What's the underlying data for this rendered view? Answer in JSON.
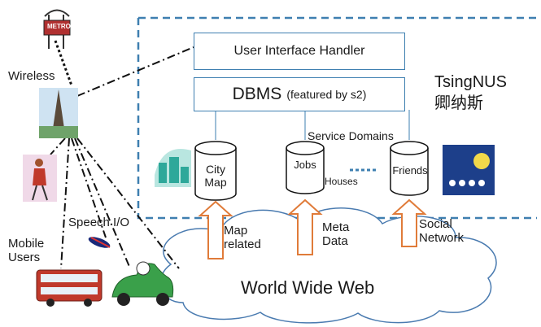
{
  "system": {
    "name": "TsingNUS",
    "name_cn": "卿纳斯"
  },
  "layers": {
    "ui_handler": "User Interface Handler",
    "dbms_main": "DBMS",
    "dbms_note": "(featured by s2)",
    "service_domains": "Service Domains"
  },
  "domains": [
    {
      "label": "City\nMap"
    },
    {
      "label": "Jobs"
    },
    {
      "label": "Friends"
    }
  ],
  "houses_label": "Houses",
  "sources": {
    "web": "World Wide Web",
    "arrow1": "Map\nrelated",
    "arrow2": "Meta\nData",
    "arrow3": "Social\nNetwork"
  },
  "clients": {
    "wireless": "Wireless",
    "speech": "Speech I/O",
    "mobile_users": "Mobile\nUsers",
    "metro_sign": "METRO"
  },
  "colors": {
    "box_border": "#3e7fb0",
    "dashed_border": "#3e7fb0",
    "arrow": "#e07b39",
    "cloud": "#4a7bb0",
    "bus": "#c0392b",
    "car": "#3aa04a"
  }
}
